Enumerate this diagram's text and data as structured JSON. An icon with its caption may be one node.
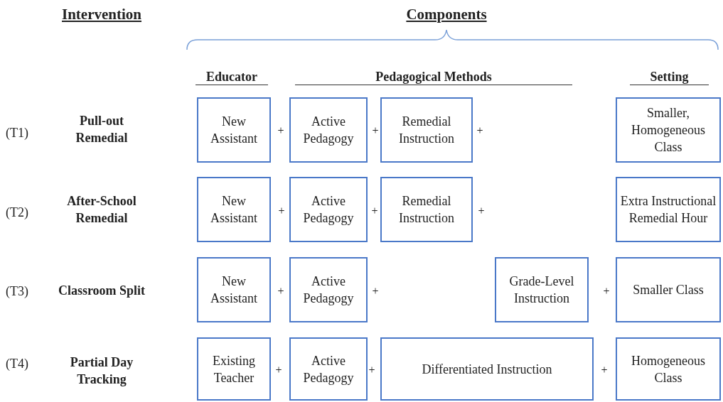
{
  "diagram": {
    "nodes": [
      {
        "text": [
          "New Assistant"
        ]
      },
      {
        "text": [
          "Active Pedagogy"
        ]
      },
      {
        "text": [
          "Remedial Instruction"
        ]
      },
      {
        "text": [
          "Smaller, Homogeneous Class"
        ]
      },
      {
        "text": [
          "New Assistant"
        ]
      },
      {
        "text": [
          "Active Pedagogy"
        ]
      },
      {
        "text": [
          "Remedial Instruction"
        ]
      },
      {
        "text": [
          "Extra Instructional Remedial Hour"
        ]
      },
      {
        "text": [
          "New Assistant"
        ]
      },
      {
        "text": [
          "Active Pedagogy"
        ]
      },
      {
        "text": [
          "Grade-Level Instruction"
        ]
      },
      {
        "text": [
          "Smaller Class"
        ]
      },
      {
        "text": [
          "Existing Teacher"
        ]
      },
      {
        "text": [
          "Active Pedagogy"
        ]
      },
      {
        "text": [
          "Differentiated Instruction"
        ]
      },
      {
        "text": [
          "Homogeneous Class"
        ]
      }
    ],
    "edges": [],
    "labels": [
      "Intervention",
      "Components",
      "Educator",
      "Pedagogical Methods",
      "Setting",
      "(T1)",
      "Pull-out Remedial",
      "+",
      "+",
      "+",
      "(T2)",
      "After-School Remedial",
      "+",
      "+",
      "+",
      "(T3)",
      "Classroom Split",
      "+",
      "+",
      "+",
      "(T4)",
      "Partial Day Tracking",
      "+",
      "+",
      "+"
    ]
  }
}
